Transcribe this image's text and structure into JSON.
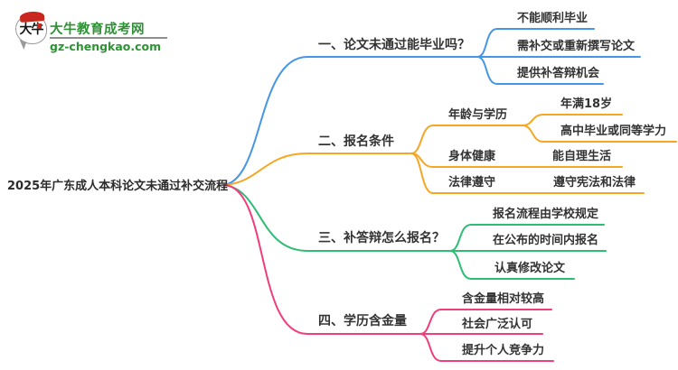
{
  "logo": {
    "icon_text": "大牛",
    "site_name": "大牛教育成考网",
    "site_url": "gz-chengkao.com",
    "green": "#2d9334",
    "red": "#c8281e"
  },
  "mindmap": {
    "root": "2025年广东成人本科论文未通过补交流程",
    "branches": [
      {
        "label": "一、论文未通过能毕业吗？",
        "color": "#4596E6",
        "children": [
          {
            "label": "不能顺利毕业"
          },
          {
            "label": "需补交或重新撰写论文"
          },
          {
            "label": "提供补答辩机会"
          }
        ]
      },
      {
        "label": "二、报名条件",
        "color": "#F5A623",
        "children": [
          {
            "label": "年龄与学历",
            "children": [
              {
                "label": "年满18岁"
              },
              {
                "label": "高中毕业或同等学力"
              }
            ]
          },
          {
            "label": "身体健康",
            "children": [
              {
                "label": "能自理生活"
              }
            ]
          },
          {
            "label": "法律遵守",
            "children": [
              {
                "label": "遵守宪法和法律"
              }
            ]
          }
        ]
      },
      {
        "label": "三、补答辩怎么报名？",
        "color": "#2EBD74",
        "children": [
          {
            "label": "报名流程由学校规定"
          },
          {
            "label": "在公布的时间内报名"
          },
          {
            "label": "认真修改论文"
          }
        ]
      },
      {
        "label": "四、学历含金量",
        "color": "#F03E7D",
        "children": [
          {
            "label": "含金量相对较高"
          },
          {
            "label": "社会广泛认可"
          },
          {
            "label": "提升个人竞争力"
          }
        ]
      }
    ]
  }
}
